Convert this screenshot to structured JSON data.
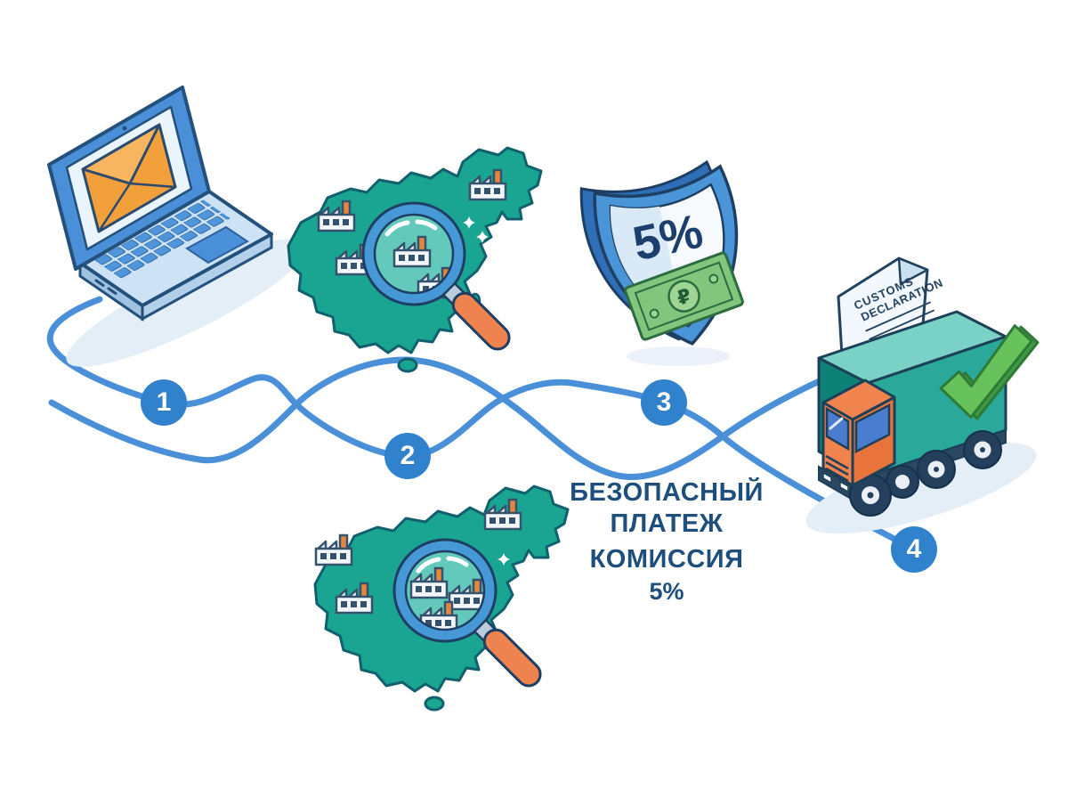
{
  "canvas": {
    "background": "#ffffff"
  },
  "palette": {
    "line_blue": "#4a90d9",
    "circle_blue": "#3182cd",
    "navy_outline": "#1d4059",
    "map_teal": "#1aa492",
    "lens_teal": "#63c9ba",
    "magnifier_ring_blue": "#4699d6",
    "handle_orange": "#ef8350",
    "envelope_orange": "#f5a845",
    "check_green": "#68c25c",
    "banknote_green": "#82c57c",
    "text_navy": "#1d4e7c"
  },
  "steps": [
    {
      "number": "1",
      "icon": "laptop-email-icon"
    },
    {
      "number": "2",
      "icon": "china-map-factory-search-icon"
    },
    {
      "number": "3",
      "icon": "payment-shield-icon"
    },
    {
      "number": "4",
      "icon": "customs-truck-icon"
    }
  ],
  "shield": {
    "rate_label": "5%",
    "currency_symbol": "₽"
  },
  "customs_document": {
    "title_line1": "CUSTOMS",
    "title_line2": "DECLARATION"
  },
  "payment_text": {
    "line1": "БЕЗОПАСНЫЙ",
    "line2": "ПЛАТЕЖ",
    "line3": "КОМИССИЯ",
    "line4": "5%"
  }
}
